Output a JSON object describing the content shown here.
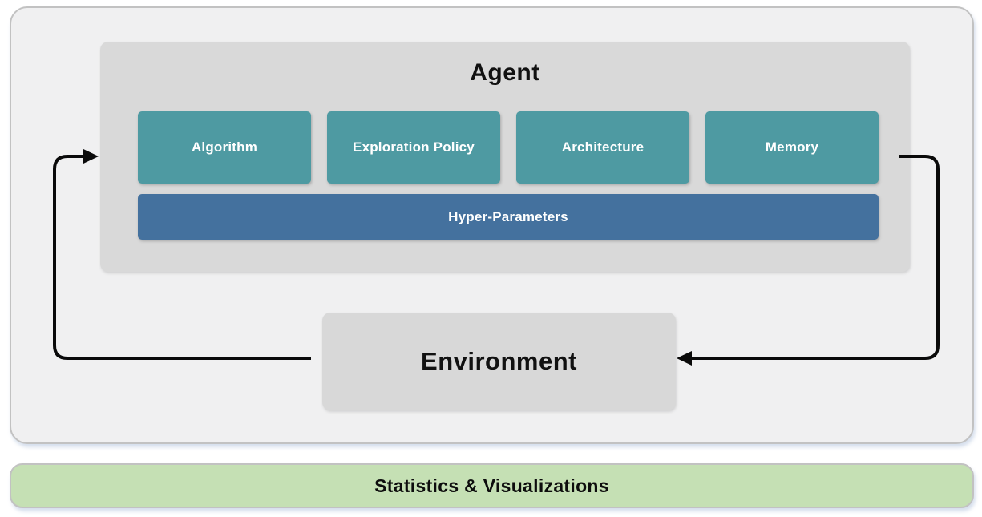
{
  "agent": {
    "title": "Agent",
    "components": [
      {
        "label": "Algorithm"
      },
      {
        "label": "Exploration Policy"
      },
      {
        "label": "Architecture"
      },
      {
        "label": "Memory"
      }
    ],
    "hyper_parameters_label": "Hyper-Parameters"
  },
  "environment": {
    "label": "Environment"
  },
  "statistics": {
    "label": "Statistics & Visualizations"
  },
  "arrows": [
    {
      "name": "environment-to-agent",
      "direction": "from Environment left side, up, into Agent left edge"
    },
    {
      "name": "agent-to-environment",
      "direction": "from Agent right edge, down, into Environment right side"
    }
  ],
  "colors": {
    "teal": "#4E9AA2",
    "blue": "#44719E",
    "agent_gray": "#D9D9D9",
    "env_gray": "#D8D8D8",
    "green": "#C5E0B4",
    "outer_bg": "#F0F0F1",
    "arrow": "#0A0A0A"
  }
}
